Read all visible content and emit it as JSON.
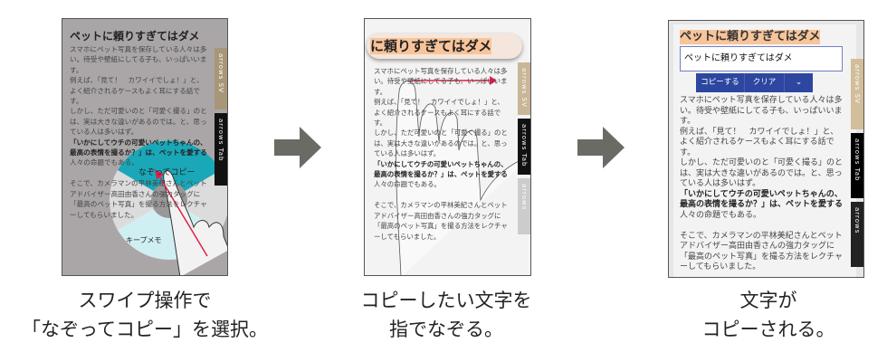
{
  "article": {
    "title": "ペットに頼りすぎてはダメ",
    "lines": [
      {
        "text": "スマホにペット写真を保存している人々は多",
        "bold": false
      },
      {
        "text": "い。待受や壁紙にしてる子も、いっぱいいま",
        "bold": false
      },
      {
        "text": "す。",
        "bold": false
      },
      {
        "text": "例えば、「見て！　カワイイでしょ！」と、",
        "bold": false
      },
      {
        "text": "よく紹介されるケースもよく耳にする話で",
        "bold": false
      },
      {
        "text": "す。",
        "bold": false
      },
      {
        "text": "しかし、ただ可愛いのと「可愛く撮る」のと",
        "bold": false
      },
      {
        "text": "は、実は大きな違いがあるのでは。と、思っ",
        "bold": false
      },
      {
        "text": "ている人は多いはず。",
        "bold": false
      },
      {
        "text": "「いかにしてウチの可愛いペットちゃんの、",
        "bold": true
      },
      {
        "text": "最高の表情を撮るか？」は、ペットを愛する",
        "bold": true
      },
      {
        "text": "人々の命題でもある。",
        "bold": false
      },
      {
        "text": "",
        "bold": false
      },
      {
        "text": "そこで、カメラマンの平林美紀さんとペット",
        "bold": false
      },
      {
        "text": "アドバイザー高田由香さんの強力タッグに",
        "bold": false
      },
      {
        "text": "「最高のペット写真」を撮る方法をレクチャ",
        "bold": false
      },
      {
        "text": "ーしてもらいました。",
        "bold": false
      }
    ]
  },
  "side_tabs": [
    {
      "label": "arrows SV",
      "color": "#b8a07e"
    },
    {
      "label": "arrows Tab",
      "color": "#111111"
    },
    {
      "label": "arrows",
      "color": "#222222"
    }
  ],
  "step1": {
    "menu_top": "なぞってコピー",
    "menu_bottom": "キープメモ",
    "menu_color": "#1aa7b8",
    "caption": [
      "スワイプ操作で",
      "「なぞってコピー」を選択。"
    ]
  },
  "step2": {
    "magnified_text": "に頼りすぎてはダメ",
    "caption": [
      "コピーしたい文字を",
      "指でなぞる。"
    ]
  },
  "step3": {
    "input_value": "ペットに頼りすぎてはダメ",
    "copy_button": "コピーする",
    "clear_button": "クリア",
    "highlight_color": "#f8c49a",
    "toolbar_color": "#2d47a0",
    "caption": [
      "文字が",
      "コピーされる。"
    ]
  },
  "arrow_color": "#6b6b66",
  "pointer_color": "#e0204a"
}
